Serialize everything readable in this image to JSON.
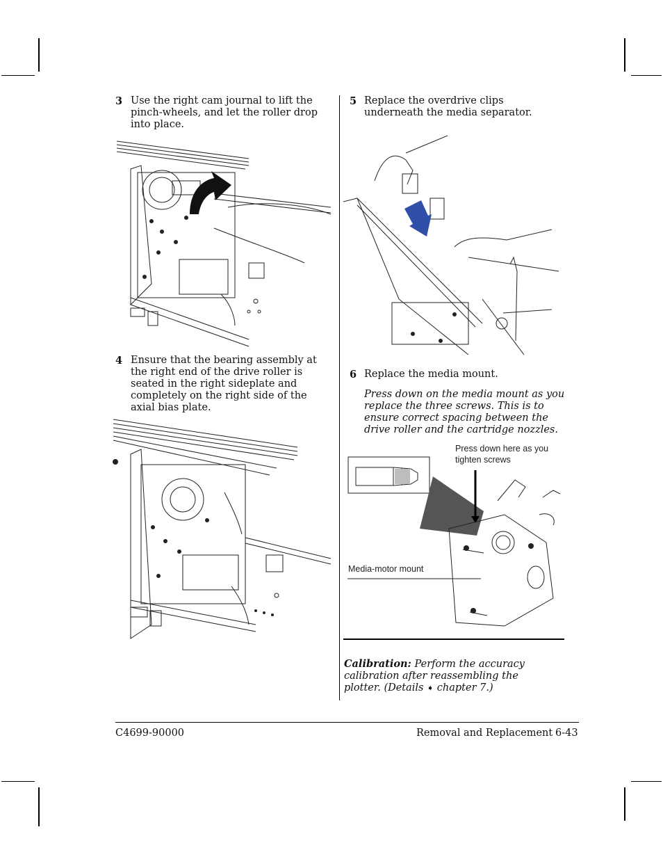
{
  "steps": {
    "s3": {
      "num": "3",
      "text": "Use the right cam journal to lift the pinch-wheels, and let the roller drop into place."
    },
    "s4": {
      "num": "4",
      "text": "Ensure that the bearing assembly at the right end of the drive roller is seated in the right sideplate and completely on the right side of the axial bias plate."
    },
    "s5": {
      "num": "5",
      "text": "Replace the overdrive clips underneath the media separator."
    },
    "s6": {
      "num": "6",
      "text": "Replace the media mount.",
      "note": "Press down on the media mount as you replace the three screws.  This is to ensure correct spacing between the drive roller and the cartridge nozzles."
    }
  },
  "figure_mount": {
    "callout_press": "Press down here as you tighten screws",
    "callout_mount": "Media-motor mount"
  },
  "calibration": {
    "label": "Calibration:",
    "text": "Perform the accuracy calibration after reassembling the plotter. (Details",
    "arrow_glyph": "➧",
    "ref": "chapter 7.)"
  },
  "footer": {
    "doc_number": "C4699-90000",
    "section": "Removal and Replacement",
    "page": "6-43"
  },
  "colors": {
    "arrow_blue": "#2f4fa8",
    "ink": "#111111"
  }
}
